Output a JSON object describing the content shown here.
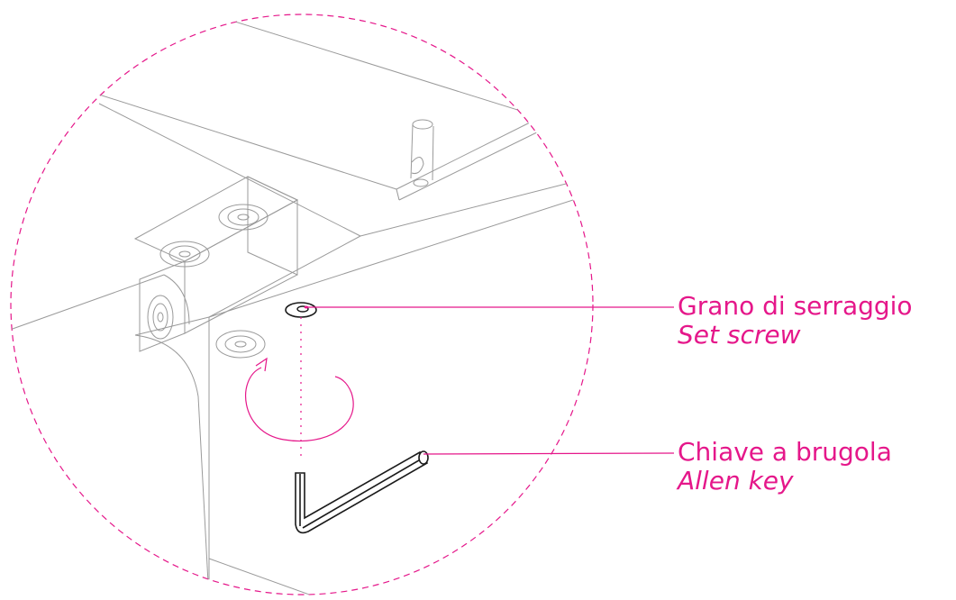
{
  "colors": {
    "accent": "#e5178a",
    "line": "#8f8f8f",
    "dark": "#1a1a1a",
    "background": "#ffffff"
  },
  "callouts": {
    "set_screw": {
      "label_it": "Grano di serraggio",
      "label_en": "Set screw"
    },
    "allen_key": {
      "label_it": "Chiave a brugola",
      "label_en": "Allen key"
    }
  }
}
